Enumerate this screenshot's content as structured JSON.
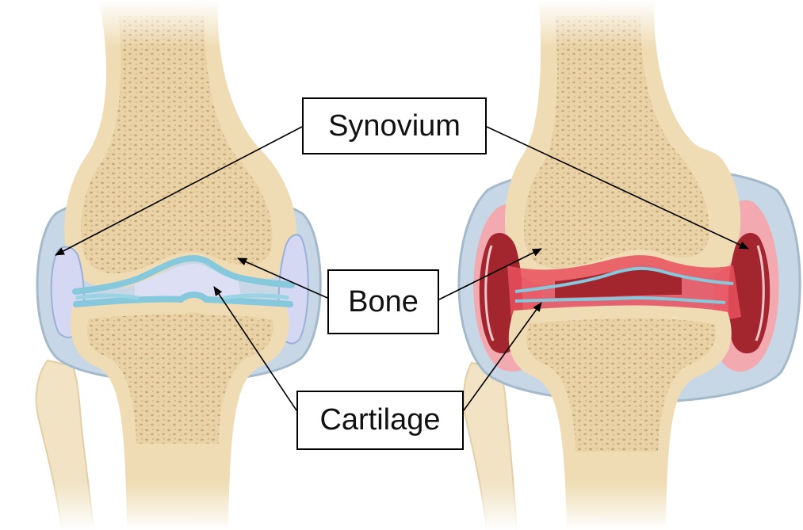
{
  "labels": {
    "synovium": "Synovium",
    "bone": "Bone",
    "cartilage": "Cartilage"
  },
  "colors": {
    "bone_cortex": "#efdcb4",
    "bone_spongy": "#e8cfa0",
    "bone_dots": "#c9a779",
    "capsule": "#c5d6e4",
    "capsule_edge": "#9fb6c9",
    "synovial_fluid": "#d6d8f2",
    "cartilage": "#8fcfe0",
    "inflamed_light": "#f2a7ae",
    "inflamed_mid": "#e8505c",
    "inflamed_dark": "#a3262f",
    "arrow": "#000000"
  }
}
